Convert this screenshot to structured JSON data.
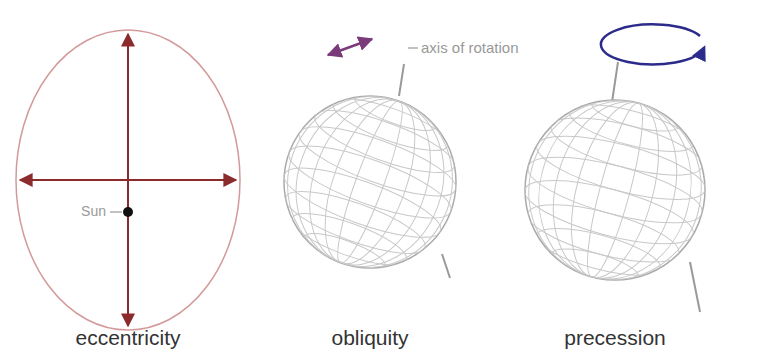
{
  "diagram": {
    "labels": [
      "Sun",
      "axis of rotation",
      "eccentricity",
      "obliquity",
      "precession"
    ]
  }
}
